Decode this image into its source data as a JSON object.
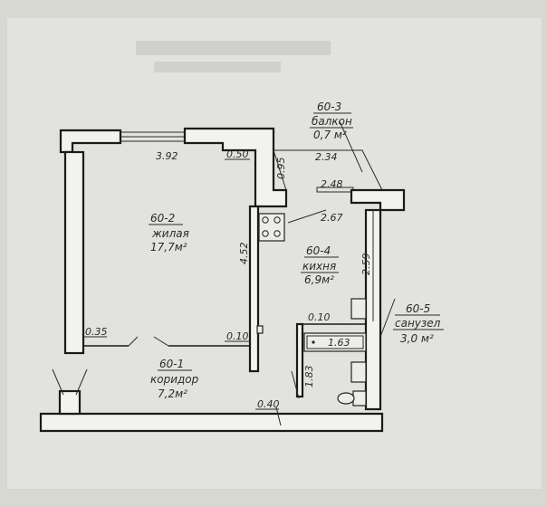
{
  "rooms": {
    "living": {
      "id": "60-2",
      "name": "жилая",
      "area": "17,7м²"
    },
    "corridor": {
      "id": "60-1",
      "name": "коридор",
      "area": "7,2м²"
    },
    "kitchen": {
      "id": "60-4",
      "name": "кихня",
      "area": "6,9м²"
    },
    "bathroom": {
      "id": "60-5",
      "name": "санузел",
      "area": "3,0 м²"
    },
    "balcony": {
      "id": "60-3",
      "name": "балкон",
      "area": "0,7 м²"
    }
  },
  "dimensions": {
    "d_392": "3.92",
    "d_050": "0.50",
    "d_095": "0.95",
    "d_234": "2.34",
    "d_248": "2.48",
    "d_267": "2.67",
    "d_452": "4.52",
    "d_259": "2.59",
    "d_035": "0.35",
    "d_010a": "0.10",
    "d_010b": "0.10",
    "d_163": "1.63",
    "d_183": "1.83",
    "d_040": "0.40"
  }
}
